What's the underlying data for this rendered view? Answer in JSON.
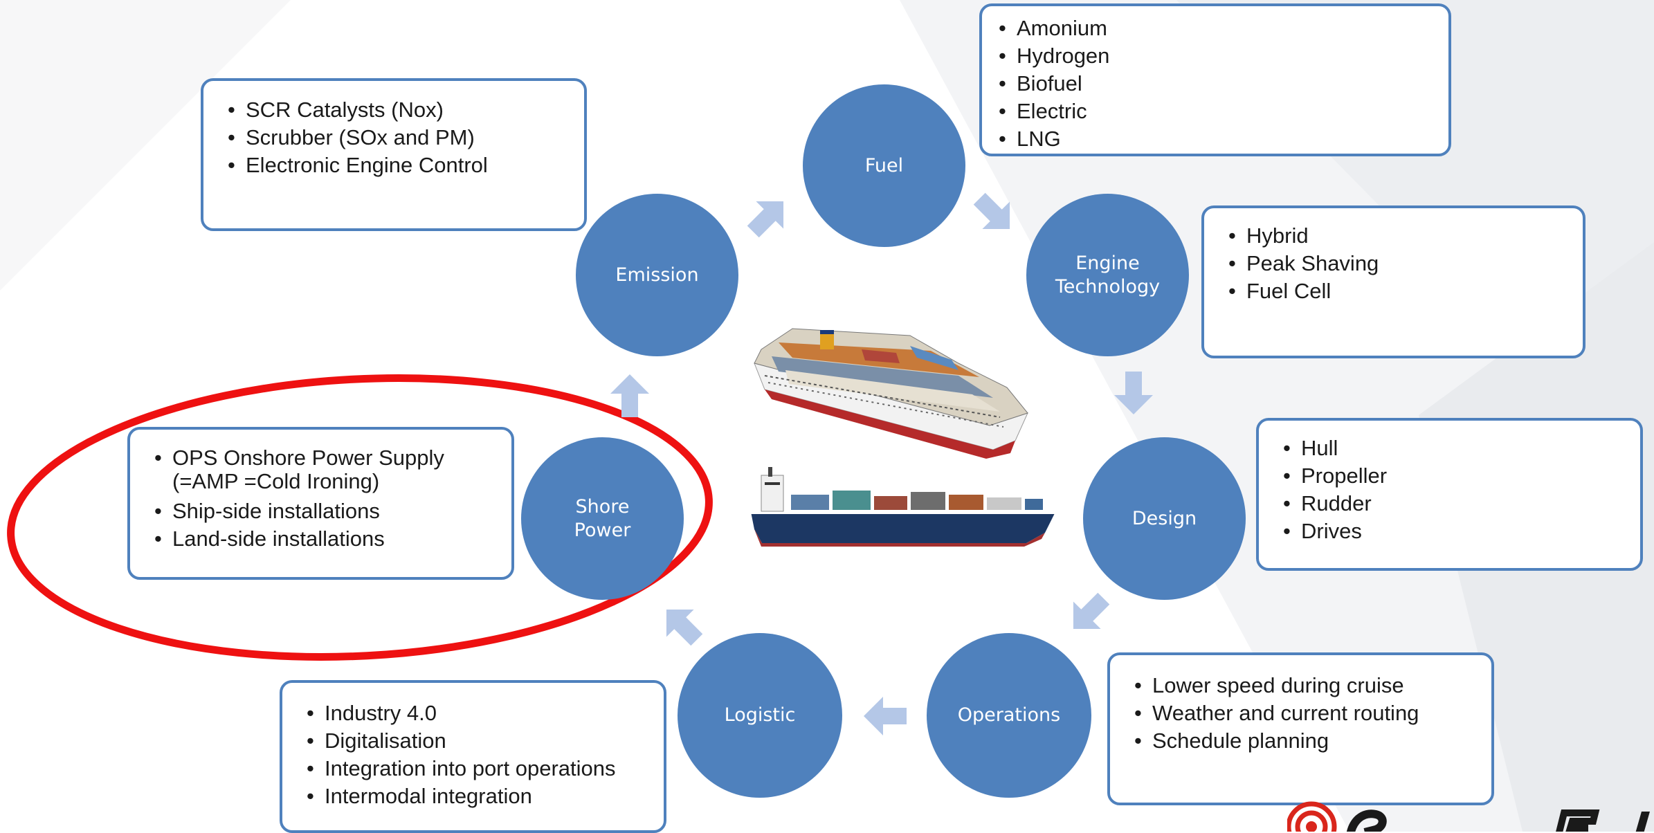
{
  "colors": {
    "node_fill": "#4f81bd",
    "box_border": "#4f81bd",
    "arrow": "#b4c7e7",
    "highlight_ellipse": "#ee1111",
    "logo_red": "#d9261c"
  },
  "nodes": [
    {
      "id": "fuel",
      "label": "Fuel"
    },
    {
      "id": "engine",
      "label": "Engine\nTechnology"
    },
    {
      "id": "design",
      "label": "Design"
    },
    {
      "id": "operations",
      "label": "Operations"
    },
    {
      "id": "logistic",
      "label": "Logistic"
    },
    {
      "id": "shore",
      "label": "Shore\nPower"
    },
    {
      "id": "emission",
      "label": "Emission"
    }
  ],
  "boxes": [
    {
      "id": "fuel",
      "items": [
        "Amonium",
        "Hydrogen",
        "Biofuel",
        "Electric",
        "LNG"
      ]
    },
    {
      "id": "engine",
      "items": [
        "Hybrid",
        "Peak Shaving",
        "Fuel Cell"
      ]
    },
    {
      "id": "design",
      "items": [
        "Hull",
        "Propeller",
        "Rudder",
        "Drives"
      ]
    },
    {
      "id": "operations",
      "items": [
        "Lower speed during cruise",
        "Weather and current routing",
        "Schedule planning"
      ]
    },
    {
      "id": "logistic",
      "items": [
        "Industry 4.0",
        "Digitalisation",
        "Integration into port operations",
        "Intermodal integration"
      ]
    },
    {
      "id": "shore",
      "items": [
        "OPS Onshore Power Supply (=AMP =Cold Ironing)",
        "Ship-side installations",
        "Land-side installations"
      ]
    },
    {
      "id": "emission",
      "items": [
        "SCR Catalysts (Nox)",
        "Scrubber (SOx and PM)",
        "Electronic Engine Control"
      ]
    }
  ],
  "arrows": [
    {
      "id": "emission-to-fuel",
      "direction": "up-right"
    },
    {
      "id": "fuel-to-engine",
      "direction": "down-right"
    },
    {
      "id": "engine-to-design",
      "direction": "down"
    },
    {
      "id": "design-to-operations",
      "direction": "down-left"
    },
    {
      "id": "operations-to-logistic",
      "direction": "left"
    },
    {
      "id": "logistic-to-shore",
      "direction": "up-left"
    },
    {
      "id": "shore-to-emission",
      "direction": "up"
    }
  ],
  "images": [
    {
      "id": "cruise-ship",
      "icon": "cruise-ship-cutaway-image"
    },
    {
      "id": "container-ship",
      "icon": "container-ship-image"
    }
  ],
  "logo": {
    "icon": "spiral-logo"
  }
}
